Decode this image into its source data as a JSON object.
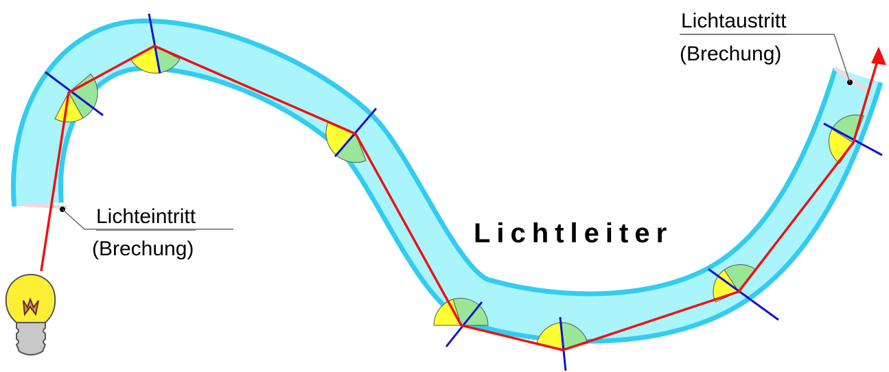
{
  "title": "Lichtleiter",
  "labels": {
    "entry_line1": "Lichteintritt",
    "entry_line2": "(Brechung)",
    "exit_line1": "Lichtaustritt",
    "exit_line2": "(Brechung)"
  },
  "colors": {
    "fiber_border": "#33ccee",
    "fiber_core": "#aaf4fb",
    "ray": "#ee1111",
    "normal": "#1111cc",
    "angle_incidence": "#ffff33",
    "angle_reflection": "#99e699",
    "bulb_glass": "#ffee33"
  },
  "icons": {
    "light_source": "light-bulb-icon"
  }
}
